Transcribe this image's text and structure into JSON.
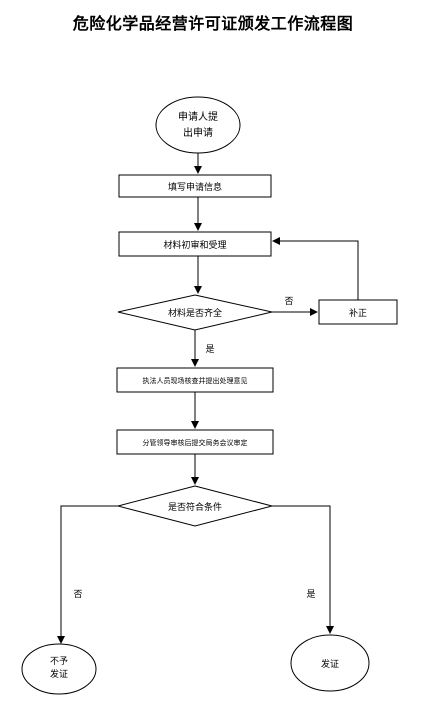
{
  "title": "危险化学品经营许可证颁发工作流程图",
  "nodes": {
    "start": {
      "line1": "申请人提",
      "line2": "出申请"
    },
    "fill_info": {
      "label": "填写申请信息"
    },
    "review": {
      "label": "材料初审和受理"
    },
    "materials_complete": {
      "label": "材料是否齐全"
    },
    "supplement": {
      "label": "补正"
    },
    "inspection": {
      "label": "执法人员现场核查并提出处理意见"
    },
    "leader_review": {
      "label": "分管领导审核后提交局务会议审定"
    },
    "meets_conditions": {
      "label": "是否符合条件"
    },
    "reject": {
      "line1": "不予",
      "line2": "发证"
    },
    "issue": {
      "label": "发证"
    }
  },
  "edges": {
    "complete_no": "否",
    "complete_yes": "是",
    "conditions_no": "否",
    "conditions_yes": "是"
  },
  "colors": {
    "stroke": "#000000",
    "background": "#ffffff",
    "text": "#000000"
  }
}
